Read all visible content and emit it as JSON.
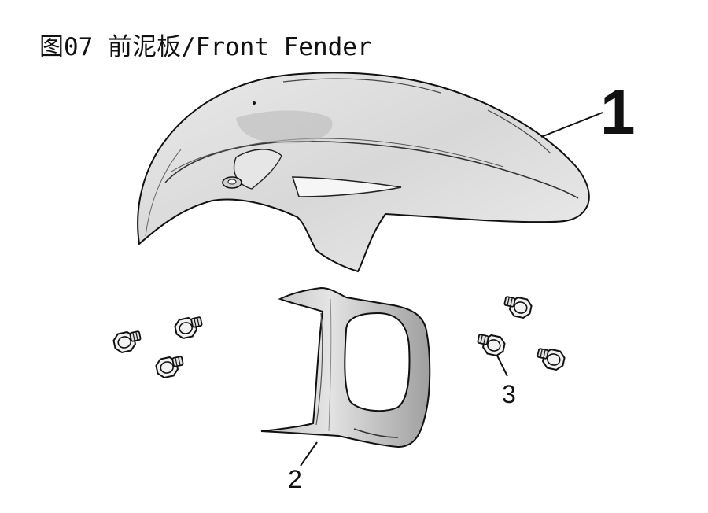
{
  "title": "图07 前泥板/Front Fender",
  "callouts": [
    {
      "id": "1",
      "part": "front-fender"
    },
    {
      "id": "2",
      "part": "fender-bracket"
    },
    {
      "id": "3",
      "part": "flange-bolt"
    }
  ],
  "colors": {
    "ink": "#111111",
    "fender_fill": "#dedede",
    "shadow": "#9a9a9a"
  }
}
